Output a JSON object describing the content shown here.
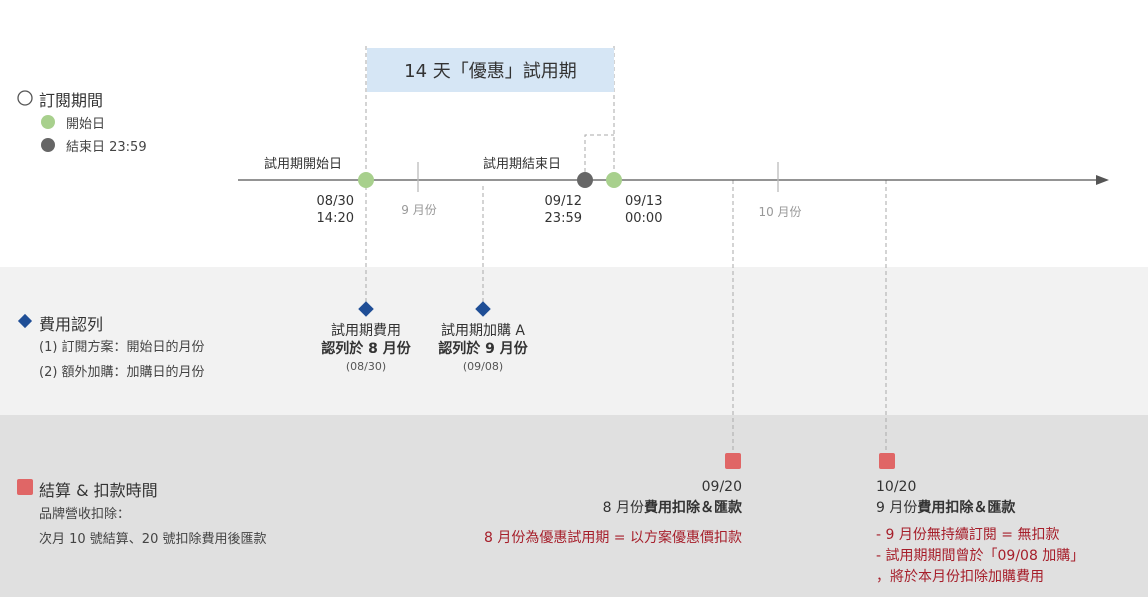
{
  "trial_banner": "14 天「優惠」試用期",
  "legend": {
    "subscription": {
      "title": "訂閱期間",
      "start": "開始日",
      "end": "結束日 23:59",
      "start_color": "#a8d08d",
      "end_color": "#666666"
    },
    "recognition": {
      "title": "費用認列",
      "line1": "(1) 訂閱方案：開始日的月份",
      "line2": "(2) 額外加購：加購日的月份",
      "color": "#1f4e96"
    },
    "settlement": {
      "title": "結算 & 扣款時間",
      "line1": "品牌營收扣除：",
      "line2": "次月 10 號結算、20 號扣除費用後匯款",
      "color": "#e06666"
    }
  },
  "timeline": {
    "trial_start_label": "試用期開始日",
    "trial_end_label": "試用期結束日",
    "start_date": "08/30",
    "start_time": "14:20",
    "end_date": "09/12",
    "end_time": "23:59",
    "next_date": "09/13",
    "next_time": "00:00",
    "month_sep": "9 月份",
    "month_oct": "10 月份"
  },
  "recognition_events": {
    "trial_fee": {
      "title": "試用期費用",
      "bold": "認列於 8 月份",
      "date": "(08/30)"
    },
    "addon": {
      "title": "試用期加購 A",
      "bold": "認列於 9 月份",
      "date": "(09/08)"
    }
  },
  "settlements": {
    "sep": {
      "date": "09/20",
      "prefix": "8 月份",
      "bold": "費用扣除＆匯款",
      "note": "8 月份為優惠試用期 = 以方案優惠價扣款"
    },
    "oct": {
      "date": "10/20",
      "prefix": "9 月份",
      "bold": "費用扣除＆匯款",
      "note1": "- 9 月份無持續訂閱 = 無扣款",
      "note2": "- 試用期期間曾於「09/08 加購」",
      "note3": "，將於本月份扣除加購費用"
    }
  }
}
